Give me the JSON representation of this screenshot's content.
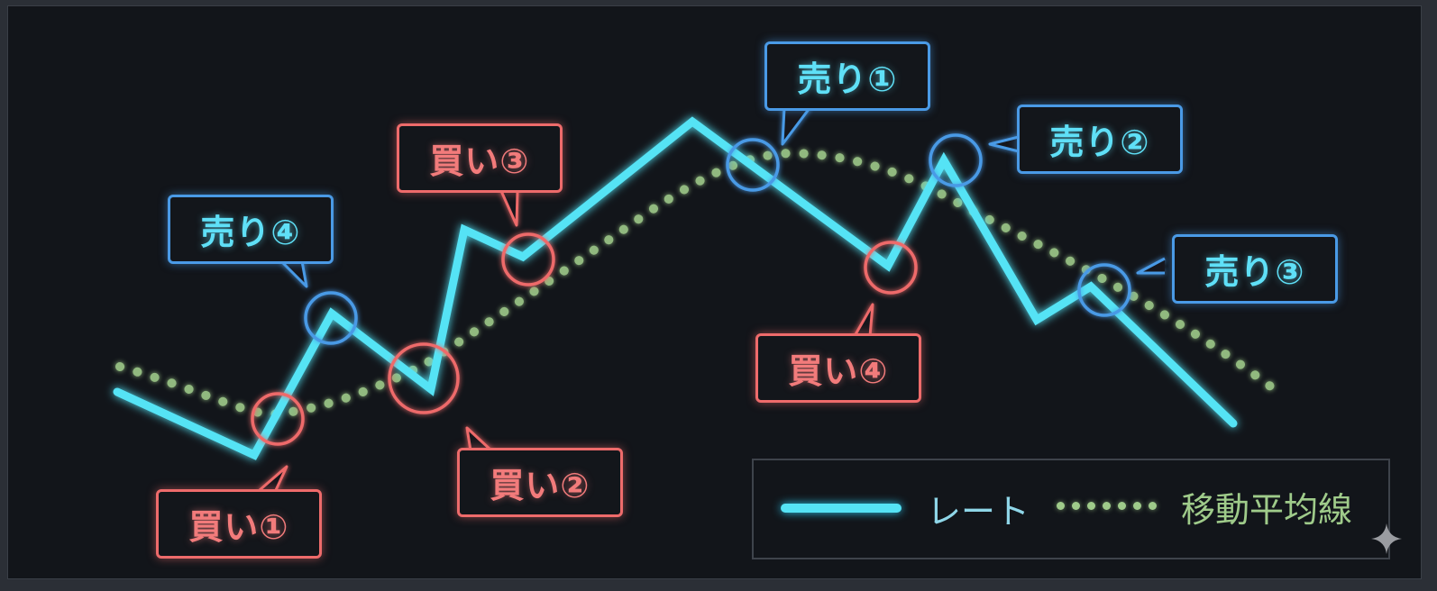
{
  "chart_data": {
    "type": "line",
    "title": "",
    "xlabel": "",
    "ylabel": "",
    "grid": false,
    "legend_position": "bottom-right",
    "colors": {
      "rate": "#55e3f5",
      "moving_average": "#9fcb8a",
      "sell": "#4a9ae6",
      "buy": "#ee6b6b",
      "background": "#12151a"
    },
    "series": [
      {
        "name": "レート",
        "style": "solid",
        "points": [
          [
            130,
            435
          ],
          [
            282,
            505
          ],
          [
            368,
            348
          ],
          [
            478,
            432
          ],
          [
            515,
            255
          ],
          [
            580,
            285
          ],
          [
            768,
            135
          ],
          [
            985,
            295
          ],
          [
            1047,
            178
          ],
          [
            1150,
            355
          ],
          [
            1210,
            318
          ],
          [
            1368,
            470
          ]
        ]
      },
      {
        "name": "移動平均線",
        "style": "dotted",
        "points": [
          [
            133,
            407
          ],
          [
            220,
            432
          ],
          [
            300,
            460
          ],
          [
            360,
            455
          ],
          [
            450,
            415
          ],
          [
            520,
            355
          ],
          [
            620,
            300
          ],
          [
            720,
            235
          ],
          [
            800,
            190
          ],
          [
            880,
            170
          ],
          [
            960,
            180
          ],
          [
            1040,
            212
          ],
          [
            1130,
            262
          ],
          [
            1230,
            312
          ],
          [
            1330,
            370
          ],
          [
            1420,
            437
          ]
        ]
      }
    ],
    "annotations": [
      {
        "label": "買い①",
        "type": "buy",
        "marker": [
          308,
          465
        ],
        "r": 28
      },
      {
        "label": "買い②",
        "type": "buy",
        "marker": [
          470,
          420
        ],
        "r": 38
      },
      {
        "label": "買い③",
        "type": "buy",
        "marker": [
          586,
          288
        ],
        "r": 28
      },
      {
        "label": "買い④",
        "type": "buy",
        "marker": [
          988,
          297
        ],
        "r": 28
      },
      {
        "label": "売り①",
        "type": "sell",
        "marker": [
          835,
          183
        ],
        "r": 28
      },
      {
        "label": "売り②",
        "type": "sell",
        "marker": [
          1060,
          178
        ],
        "r": 28
      },
      {
        "label": "売り③",
        "type": "sell",
        "marker": [
          1225,
          322
        ],
        "r": 28
      },
      {
        "label": "売り④",
        "type": "sell",
        "marker": [
          367,
          353
        ],
        "r": 28
      }
    ]
  },
  "callouts": {
    "buy1": "買い①",
    "buy2": "買い②",
    "buy3": "買い③",
    "buy4": "買い④",
    "sell1": "売り①",
    "sell2": "売り②",
    "sell3": "売り③",
    "sell4": "売り④"
  },
  "legend": {
    "rate_label": "レート",
    "ma_label": "移動平均線"
  },
  "icons": {
    "corner": "sparkle-icon"
  }
}
